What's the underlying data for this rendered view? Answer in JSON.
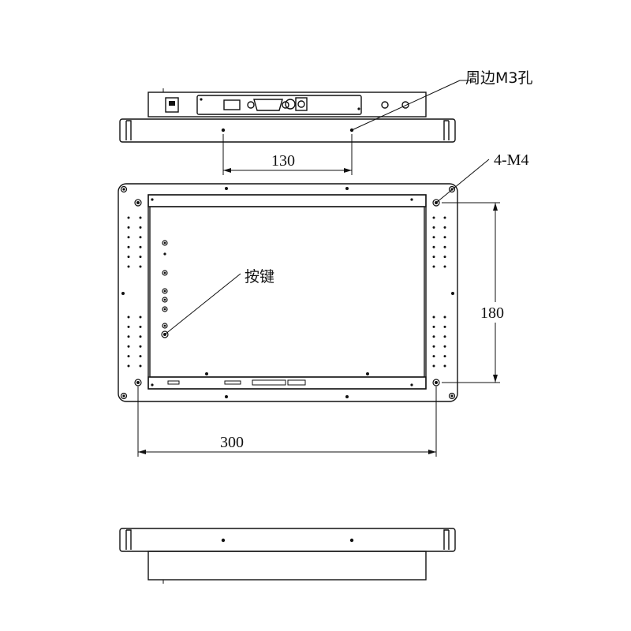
{
  "labels": {
    "m3_holes": "周边M3孔",
    "m4_holes": "4-M4",
    "buttons": "按键"
  },
  "dimensions": {
    "top_spacing": "130",
    "height": "180",
    "width": "300"
  }
}
